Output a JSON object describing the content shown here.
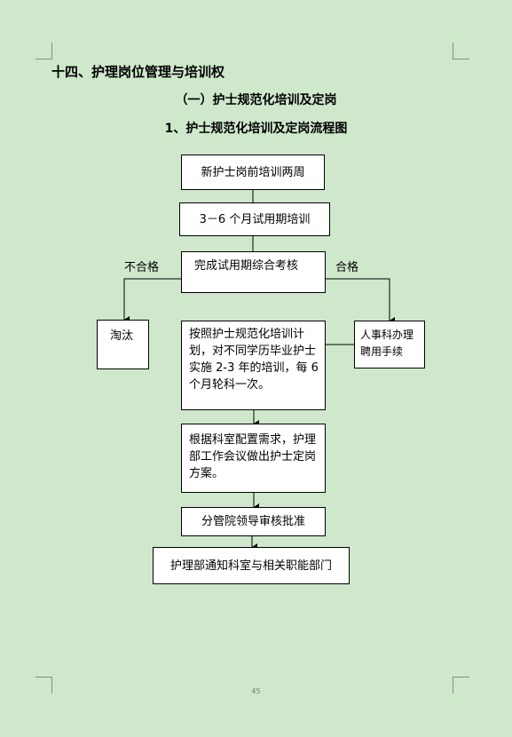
{
  "heading": "十四、护理岗位管理与培训权",
  "subheading": "（一）护士规范化培训及定岗",
  "chart_title": "1、护士规范化培训及定岗流程图",
  "flow": {
    "step1": "新护士岗前培训两周",
    "step2": "3－6 个月试用期培训",
    "step3": "完成试用期综合考核",
    "fail_label": "不合格",
    "pass_label": "合格",
    "fail_result": "淘汰",
    "pass_result": "人事科办理聘用手续",
    "step4": "按照护士规范化培训计划，对不同学历毕业护士实施 2-3 年的培训，每 6 个月轮科一次。",
    "step5": "根据科室配置需求，护理部工作会议做出护士定岗方案。",
    "step6": "分管院领导审核批准",
    "step7": "护理部通知科室与相关职能部门"
  },
  "page_number": "45"
}
